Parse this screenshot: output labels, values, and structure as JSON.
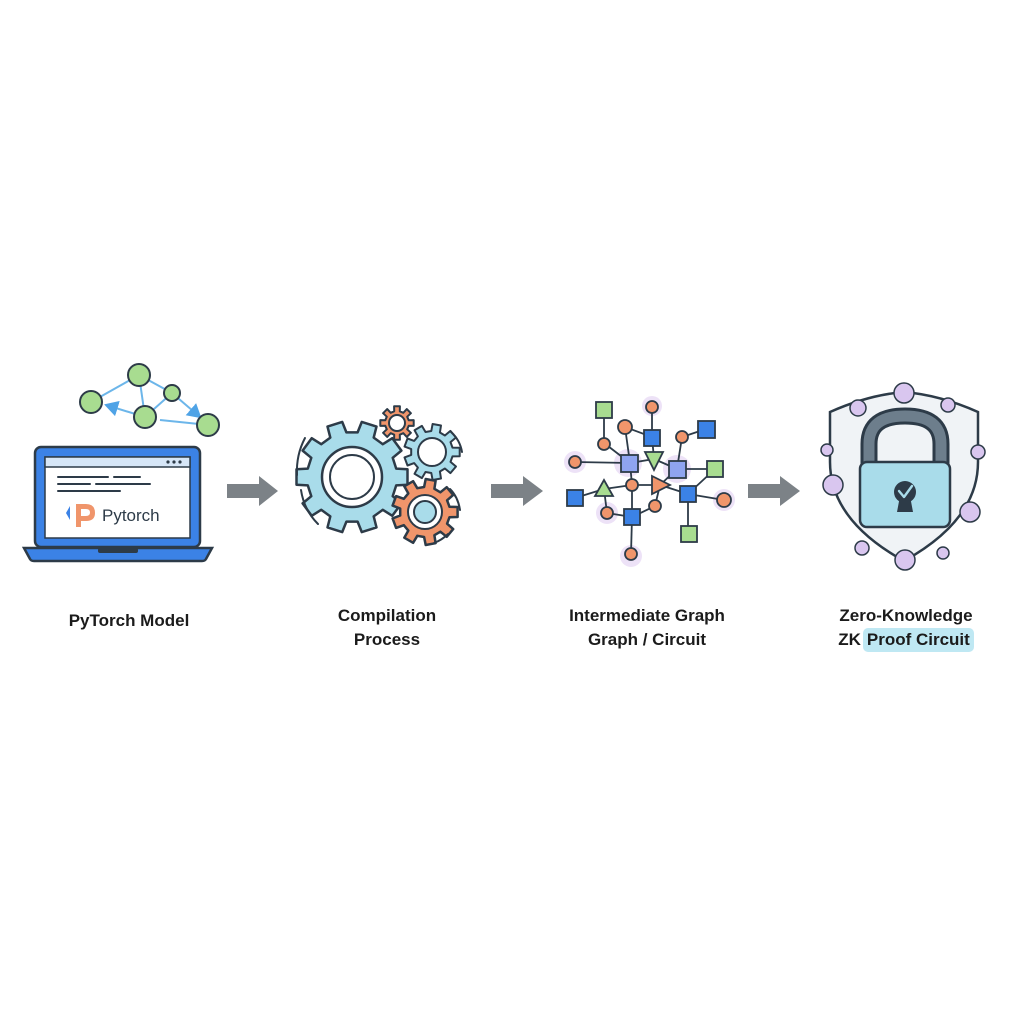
{
  "laptop": {
    "logo_text": "Pytorch"
  },
  "stages": {
    "pytorch_model": {
      "line1": "PyTorch Model"
    },
    "compilation": {
      "line1": "Compilation",
      "line2": "Process"
    },
    "intermediate": {
      "line1": "Intermediate Graph",
      "line2": "Graph / Circuit"
    },
    "zk": {
      "line1": "Zero-Knowledge",
      "line2_prefix": "ZK",
      "line2_highlight": "Proof Circuit"
    }
  },
  "colors": {
    "blue": "#3b82e6",
    "light_blue": "#a9dcea",
    "orange": "#f0956b",
    "green": "#a8dc90",
    "purple": "#d9c6ef",
    "arrow_gray": "#7c8287",
    "outline": "#2d3b48"
  }
}
